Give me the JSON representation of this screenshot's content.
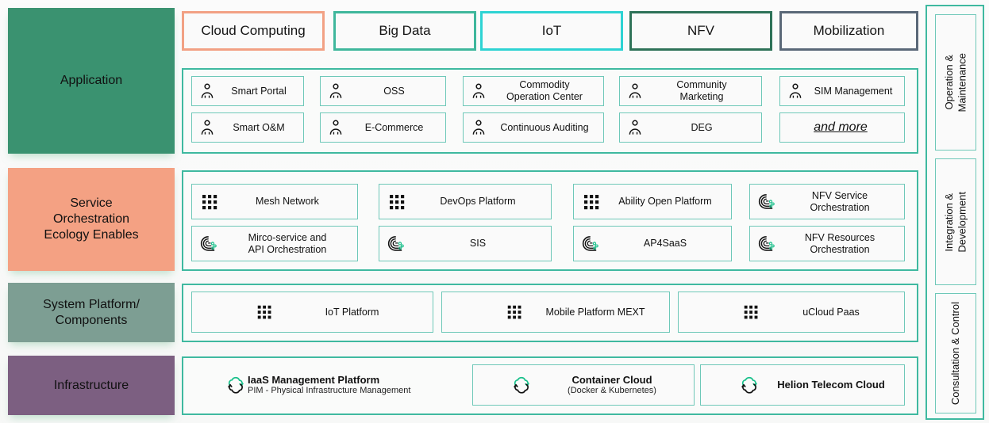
{
  "colors": {
    "panel_border": "#3fb9a0",
    "tile_border": "#6ec8b8",
    "application_fill": "#3a9270",
    "service_fill": "#f4a183",
    "system_fill": "#7d9e93",
    "infrastructure_fill": "#7c5f81",
    "cloud_computing_border": "#f2a184",
    "big_data_border": "#3fb79c",
    "iot_border": "#2ed3d3",
    "nfv_border": "#2e7258",
    "mobilization_border": "#5a6878",
    "icon_accent_green": "#18c08a",
    "background": "#fafbfa"
  },
  "layers": [
    {
      "id": "application",
      "label": "Application"
    },
    {
      "id": "service",
      "label": "Service\nOrchestration\nEcology Enables"
    },
    {
      "id": "system",
      "label": "System Platform/\nComponents"
    },
    {
      "id": "infrastructure",
      "label": "Infrastructure"
    }
  ],
  "categories": [
    {
      "label": "Cloud Computing",
      "color_key": "cloud_computing_border"
    },
    {
      "label": "Big Data",
      "color_key": "big_data_border"
    },
    {
      "label": "IoT",
      "color_key": "iot_border"
    },
    {
      "label": "NFV",
      "color_key": "nfv_border"
    },
    {
      "label": "Mobilization",
      "color_key": "mobilization_border"
    }
  ],
  "application_items": [
    {
      "label": "Smart Portal",
      "icon": "person-icon"
    },
    {
      "label": "OSS",
      "icon": "person-icon"
    },
    {
      "label": "Commodity\nOperation Center",
      "icon": "person-icon"
    },
    {
      "label": "Community\nMarketing",
      "icon": "person-icon"
    },
    {
      "label": "SIM Management",
      "icon": "person-icon"
    },
    {
      "label": "Smart O&M",
      "icon": "person-icon"
    },
    {
      "label": "E-Commerce",
      "icon": "person-icon"
    },
    {
      "label": "Continuous Auditing",
      "icon": "person-icon"
    },
    {
      "label": "DEG",
      "icon": "person-icon"
    },
    {
      "label": "and more",
      "icon": "none"
    }
  ],
  "service_items": [
    {
      "label": "Mesh Network",
      "icon": "grid-dots-icon"
    },
    {
      "label": "DevOps Platform",
      "icon": "grid-dots-icon"
    },
    {
      "label": "Ability Open Platform",
      "icon": "grid-dots-icon"
    },
    {
      "label": "NFV Service\nOrchestration",
      "icon": "orchestration-icon"
    },
    {
      "label": "Mirco-service and\nAPI Orchestration",
      "icon": "orchestration-icon"
    },
    {
      "label": "SIS",
      "icon": "orchestration-icon"
    },
    {
      "label": "AP4SaaS",
      "icon": "orchestration-icon"
    },
    {
      "label": "NFV Resources\nOrchestration",
      "icon": "orchestration-icon"
    }
  ],
  "system_items": [
    {
      "label": "IoT Platform",
      "icon": "grid-dots-icon"
    },
    {
      "label": "Mobile Platform MEXT",
      "icon": "grid-dots-icon"
    },
    {
      "label": "uCloud Paas",
      "icon": "grid-dots-icon"
    }
  ],
  "infrastructure_items": [
    {
      "label": "IaaS Management Platform",
      "sub": "PIM - Physical Infrastructure Management",
      "icon": "cloud-icon",
      "bordered": false
    },
    {
      "label": "Container Cloud",
      "sub": "(Docker & Kubernetes)",
      "icon": "cloud-icon",
      "bordered": true
    },
    {
      "label": "Helion Telecom Cloud",
      "sub": "",
      "icon": "cloud-icon",
      "bordered": true
    }
  ],
  "sidebar": [
    {
      "label": "Operation &\nMaintenance"
    },
    {
      "label": "Integration &\nDevelopment"
    },
    {
      "label": "Consultation & Control"
    }
  ]
}
